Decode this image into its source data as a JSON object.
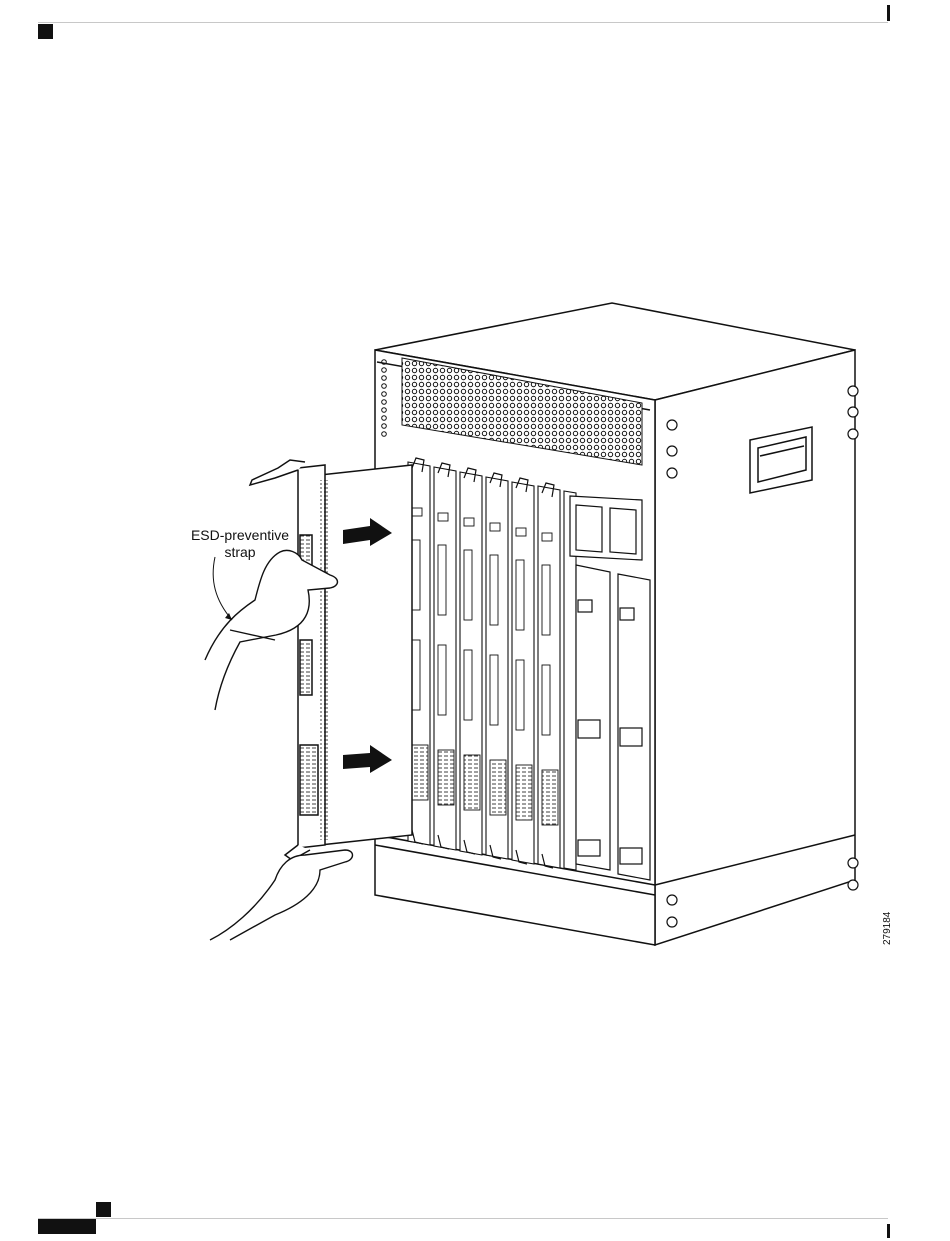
{
  "figure": {
    "callouts": {
      "esd_line1": "ESD-preventive",
      "esd_line2": "strap"
    },
    "figure_number": "279184"
  },
  "colors": {
    "ink": "#111111",
    "rule": "#c8c8c8",
    "paper": "#ffffff"
  }
}
